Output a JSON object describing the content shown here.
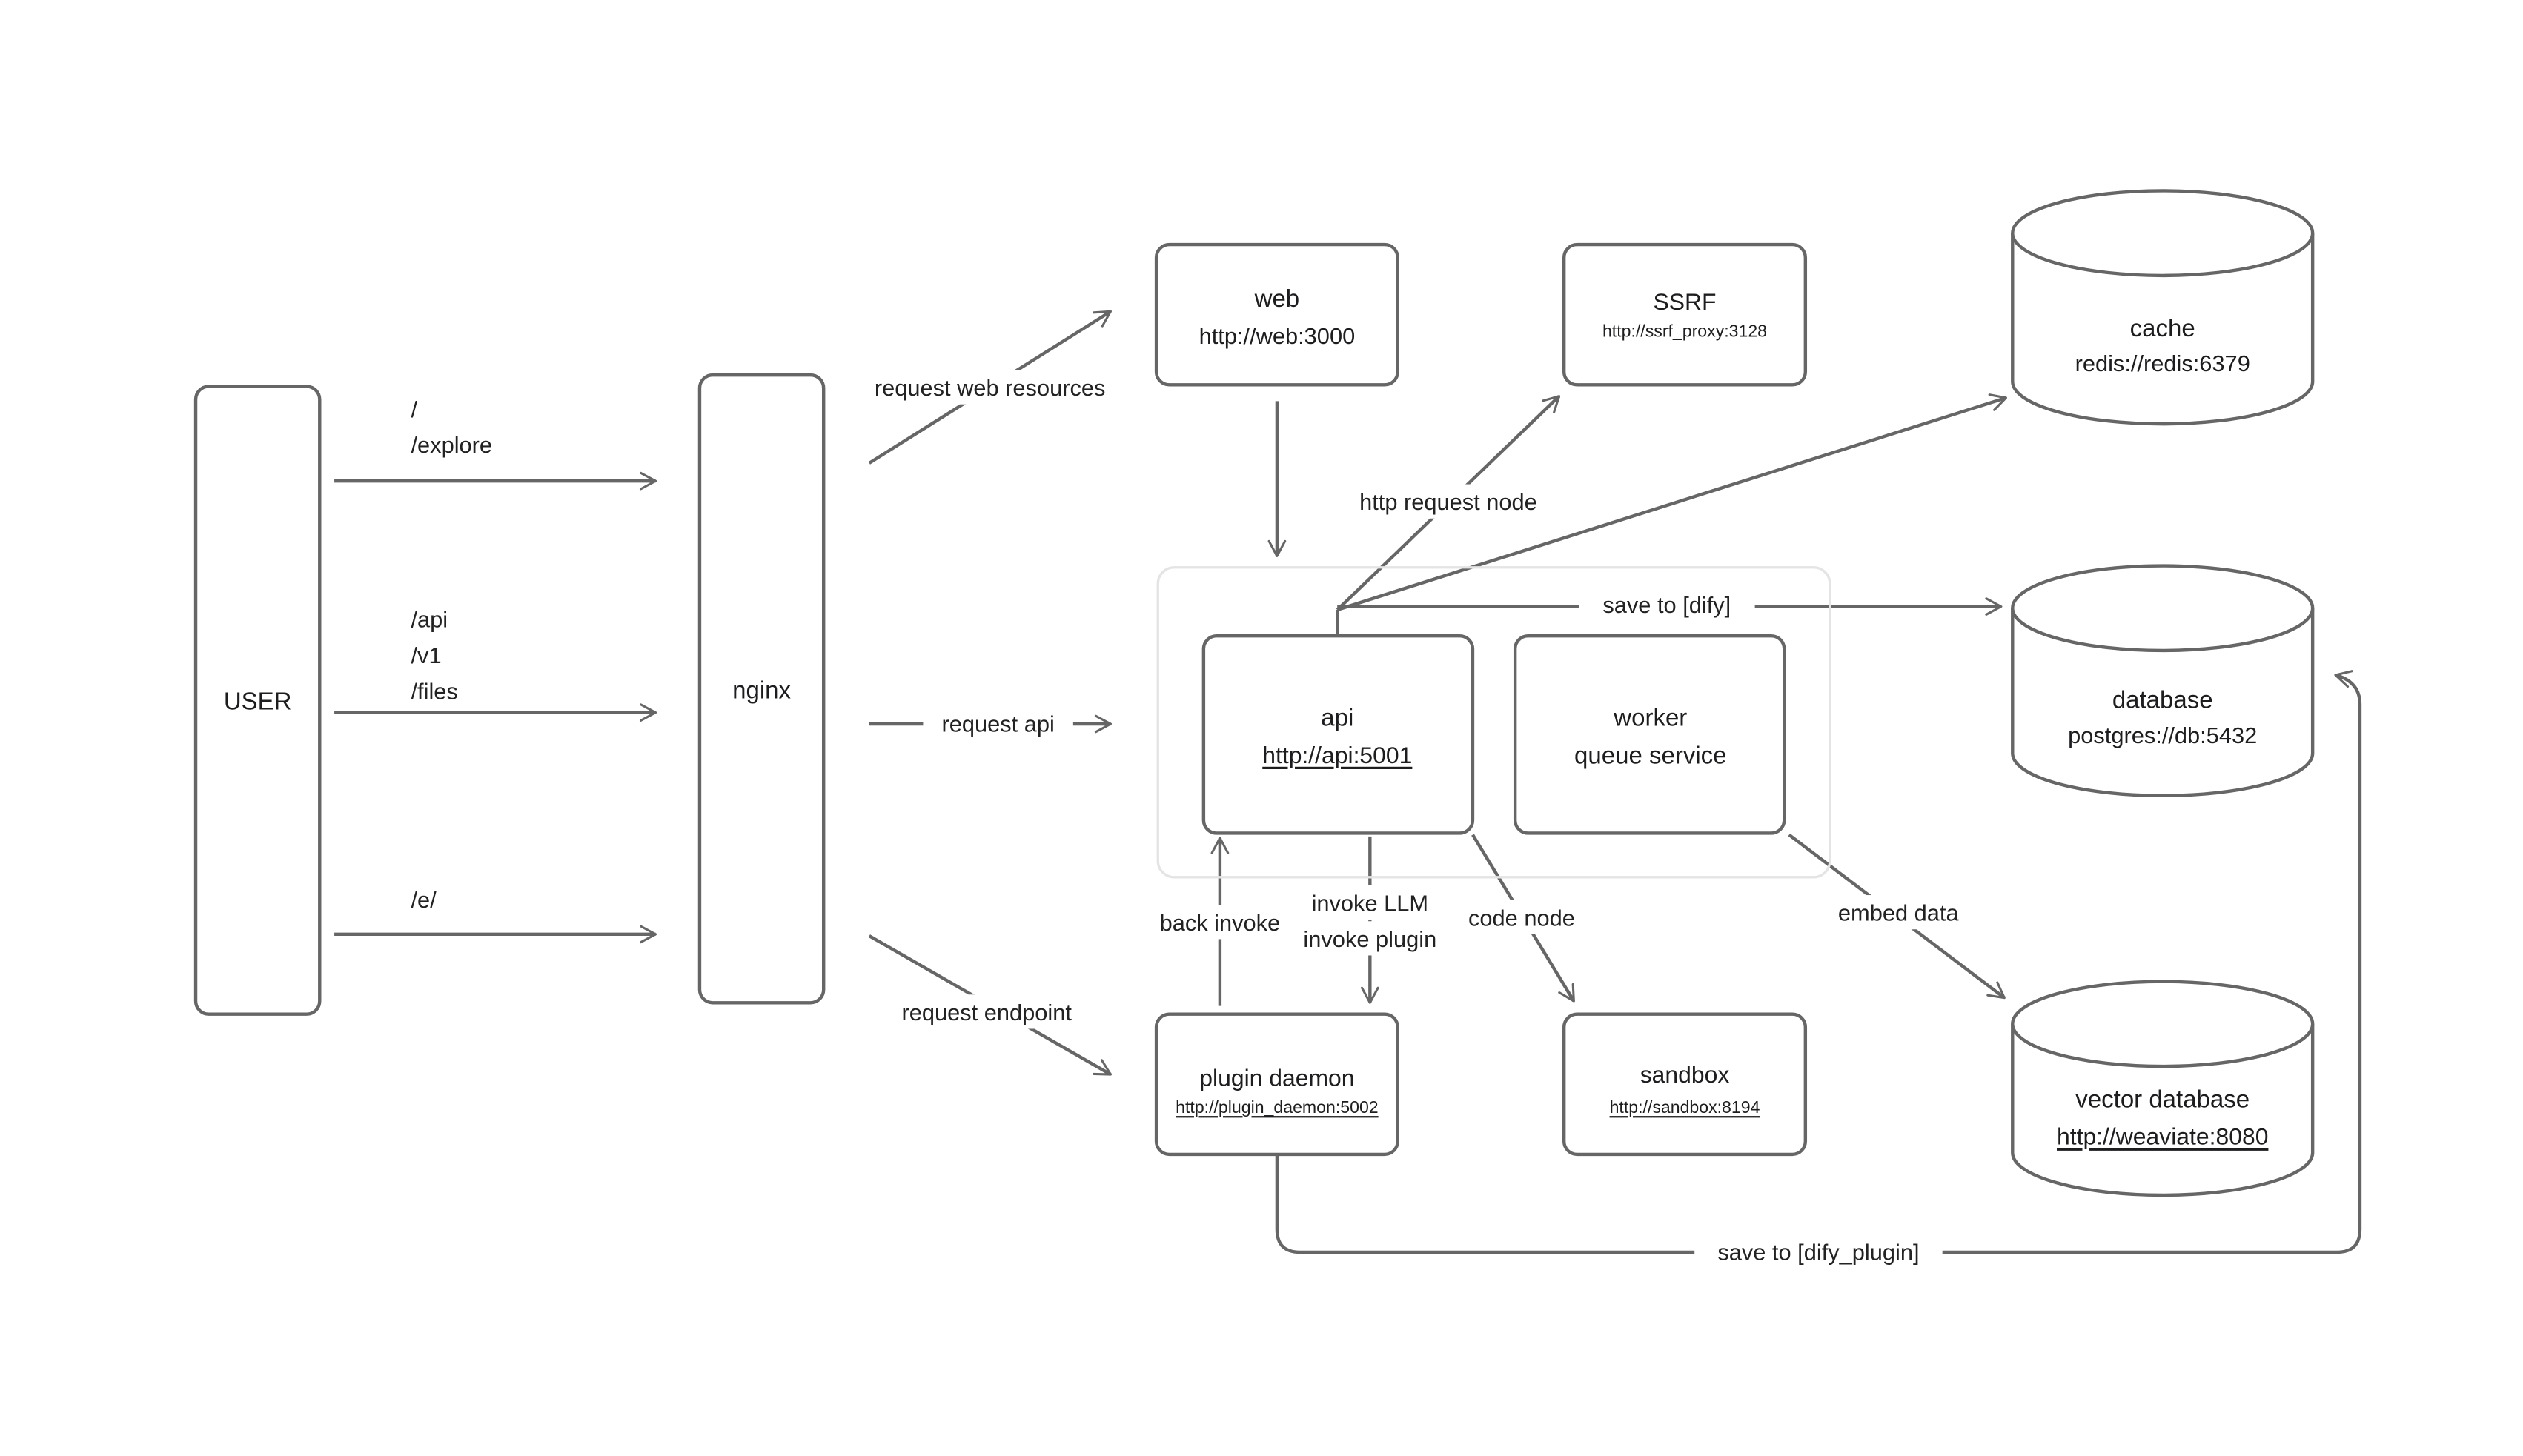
{
  "canvas": {
    "background": "#ffffff",
    "line_color": "#666666",
    "text_color": "#1d1d1f",
    "group_border_color": "#e4e4e4"
  },
  "nodes": {
    "user": {
      "label": "USER"
    },
    "nginx": {
      "label": "nginx"
    },
    "web": {
      "title": "web",
      "url": "http://web:3000"
    },
    "ssrf": {
      "title": "SSRF",
      "url": "http://ssrf_proxy:3128"
    },
    "cache": {
      "title": "cache",
      "url": "redis://redis:6379"
    },
    "database": {
      "title": "database",
      "url": "postgres://db:5432"
    },
    "vector_database": {
      "title": "vector database",
      "url": "http://weaviate:8080"
    },
    "api": {
      "title": "api",
      "url": "http://api:5001"
    },
    "worker": {
      "title": "worker",
      "subtitle": "queue service"
    },
    "plugin_daemon": {
      "title": "plugin daemon",
      "url": "http://plugin_daemon:5002"
    },
    "sandbox": {
      "title": "sandbox",
      "url": "http://sandbox:8194"
    }
  },
  "edge_labels": {
    "route_root": "/",
    "route_explore": "/explore",
    "route_api": "/api",
    "route_v1": "/v1",
    "route_files": "/files",
    "route_e": "/e/",
    "request_web_resources": "request web resources",
    "request_api": "request api",
    "request_endpoint": "request endpoint",
    "http_request_node": "http request node",
    "save_to_dify": "save to [dify]",
    "back_invoke": "back invoke",
    "invoke_llm": "invoke LLM",
    "invoke_plugin": "invoke plugin",
    "code_node": "code node",
    "embed_data": "embed data",
    "save_to_dify_plugin": "save to [dify_plugin]"
  }
}
